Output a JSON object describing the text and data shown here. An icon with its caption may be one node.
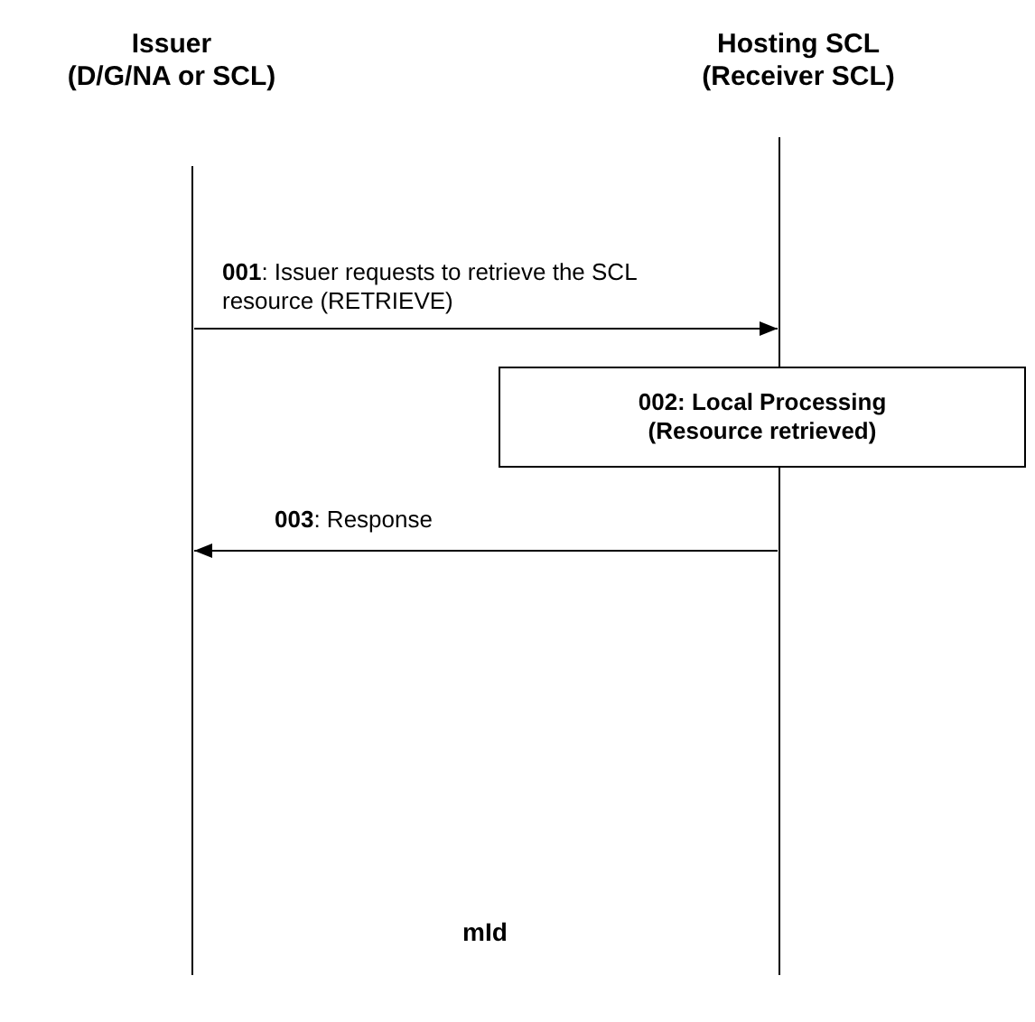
{
  "diagram": {
    "nodes": [
      {
        "text": [
          "Issuer",
          "(D/G/NA or SCL)"
        ]
      },
      {
        "text": [
          "Hosting SCL",
          "(Receiver SCL)"
        ]
      },
      {
        "text": [],
        "shape": "bar"
      },
      {
        "text": [],
        "shape": "bar"
      },
      {
        "text": [
          "002: Local Processing (Resource retrieved)"
        ]
      }
    ],
    "edges": [
      {
        "from": 2,
        "to": 3,
        "arrow": "to",
        "label": "**001**: Issuer requests to retrieve the SCL resource (RETRIEVE)"
      },
      {
        "from": 3,
        "to": 2,
        "arrow": "to",
        "label": "**003**: Response"
      }
    ],
    "labels": [
      "mId"
    ]
  }
}
